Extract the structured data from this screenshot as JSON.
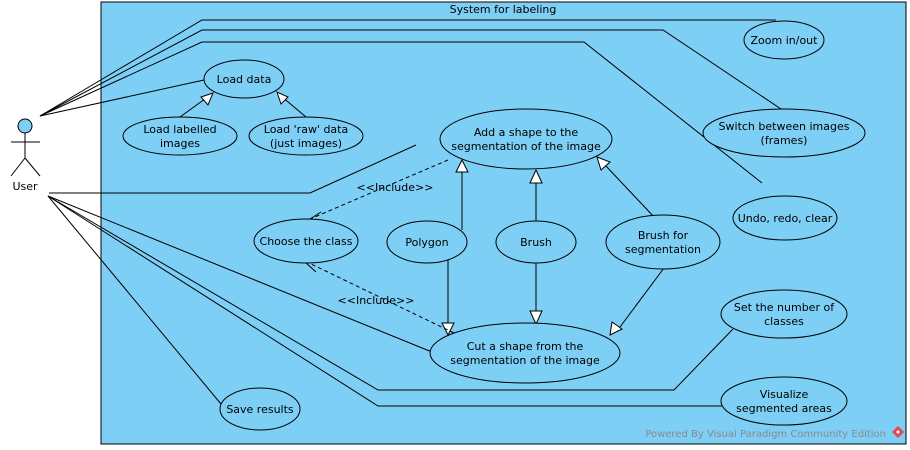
{
  "system": {
    "title": "System for labeling",
    "watermark": "Powered By Visual Paradigm Community Edition",
    "fill_color": "#7ecff5"
  },
  "actor": {
    "label": "User"
  },
  "use_cases": {
    "load_data": [
      "Load data"
    ],
    "load_labelled": [
      "Load labelled",
      "images"
    ],
    "load_raw": [
      "Load 'raw' data",
      "(just images)"
    ],
    "zoom": [
      "Zoom in/out"
    ],
    "switch_images": [
      "Switch between images",
      "(frames)"
    ],
    "add_shape": [
      "Add a shape to the",
      "segmentation of the image"
    ],
    "choose_class": [
      "Choose the class"
    ],
    "polygon": [
      "Polygon"
    ],
    "brush": [
      "Brush"
    ],
    "brush_seg": [
      "Brush for",
      "segmentation"
    ],
    "undo": [
      "Undo, redo, clear"
    ],
    "set_classes": [
      "Set the number of",
      "classes"
    ],
    "cut_shape": [
      "Cut a shape from the",
      "segmentation of the image"
    ],
    "save": [
      "Save results"
    ],
    "visualize": [
      "Visualize",
      "segmented areas"
    ]
  },
  "relations": {
    "include_upper": "<<Include>>",
    "include_lower": "<<Include>>"
  }
}
